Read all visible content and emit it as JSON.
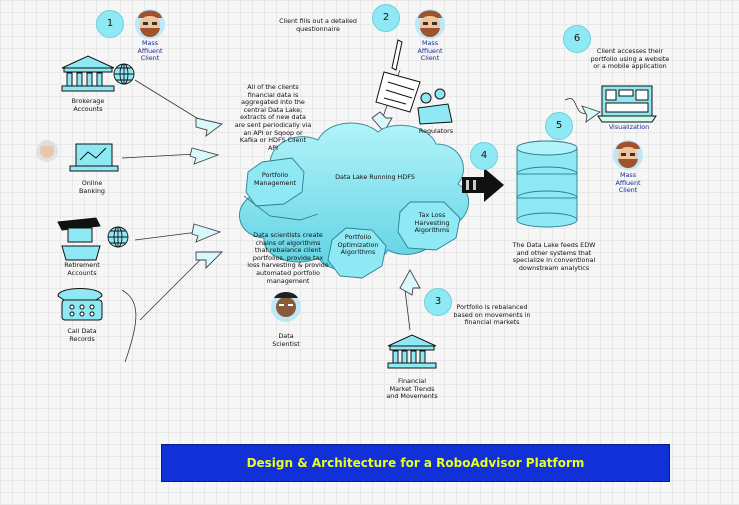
{
  "steps": [
    "1",
    "2",
    "3",
    "4",
    "5",
    "6"
  ],
  "sources": {
    "brokerage": "Brokerage\nAccounts",
    "online": "Online\nBanking",
    "retirement": "Retirement\nAccounts",
    "calldata": "Call Data\nRecords"
  },
  "mass_client_1": "Mass\nAffluent\nClient",
  "mass_client_2": "Mass\nAffluent\nClient",
  "mass_client_3": "Mass\nAffluent\nClient",
  "questionnaire": "Client fills out a detailed\nquestionnaire",
  "regulators": "Regulators",
  "aggregation_text": "All of the clients\nfinancial data is\naggregated into the\ncentral Data Lake;\nextracts of new data\nare sent periodically via\nan API or Sqoop or\nKafka or HDFS Client\nAPI",
  "data_lake": "Data Lake Running HDFS",
  "portfolio_mgmt": "Portfolio\nManagement",
  "portfolio_opt": "Portfolio\nOptimization\nAlgorithms",
  "tax_loss": "Tax Loss\nHarvesting\nAlgorithms",
  "scientist_text": "Data scientists create\nchains of algorithms\nthat rebalance client\nportfolios, provide tax\nloss harvesting & provide\nautomated portfolio\nmanagement",
  "data_scientist": "Data\nScientist",
  "rebalance_text": "Portfolio is rebalanced\nbased on movements in\nfinancial markets",
  "market_trends": "Financial\nMarket Trends\nand Movements",
  "edw_text": "The Data Lake feeds EDW\nand other systems that\nspecialize in conventional\ndownstream analytics",
  "visualization": "Visualization",
  "client_access": "Client accesses their\nportfolio using a website\nor a mobile application",
  "banner": "Design & Architecture for a RoboAdvisor Platform",
  "colors": {
    "cyan": "#8fe9f4",
    "cyan_dark": "#5cc9d8",
    "banner_bg": "#1130d8",
    "banner_text": "#e8ff20",
    "client_blue": "#1a2a9a"
  },
  "icons": [
    "bank-icon",
    "globe-icon",
    "laptop-icon",
    "phone-icon",
    "avatar-icon",
    "cloud-icon",
    "database-icon",
    "clipboard-icon",
    "pen-icon",
    "dashboard-icon"
  ]
}
